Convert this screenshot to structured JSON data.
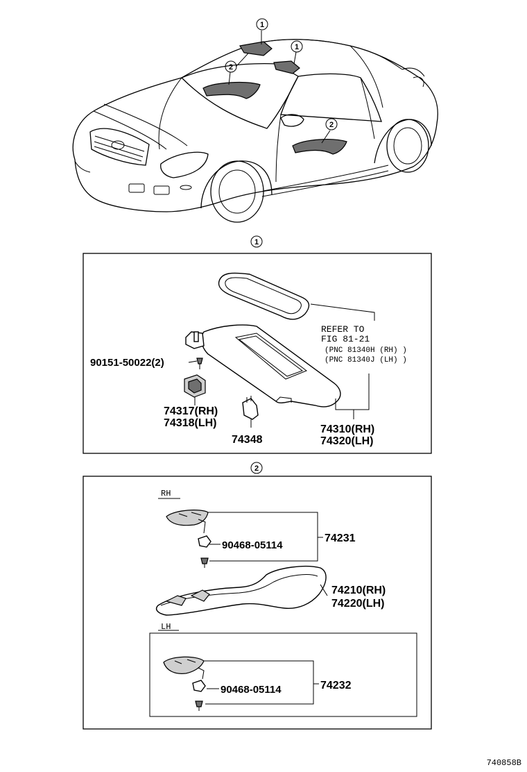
{
  "callouts": {
    "car_1a": "1",
    "car_1b": "1",
    "car_2a": "2",
    "car_2b": "2",
    "section_1": "1",
    "section_2": "2"
  },
  "section_1": {
    "refer_line_1": "REFER TO",
    "refer_line_2": "FIG 81-21",
    "refer_line_3": "(PNC  81340H (RH) )",
    "refer_line_4": "(PNC  81340J (LH) )",
    "screw": "90151-50022(2)",
    "holder_rh": "74317(RH)",
    "holder_lh": "74318(LH)",
    "clip": "74348",
    "visor_rh": "74310(RH)",
    "visor_lh": "74320(LH)"
  },
  "section_2": {
    "label_rh": "RH",
    "label_lh": "LH",
    "bolt_rh": "90468-05114",
    "cover_rh": "74231",
    "grip_rh": "74210(RH)",
    "grip_lh": "74220(LH)",
    "bolt_lh": "90468-05114",
    "cover_lh": "74232"
  },
  "figure_code": "740858B"
}
